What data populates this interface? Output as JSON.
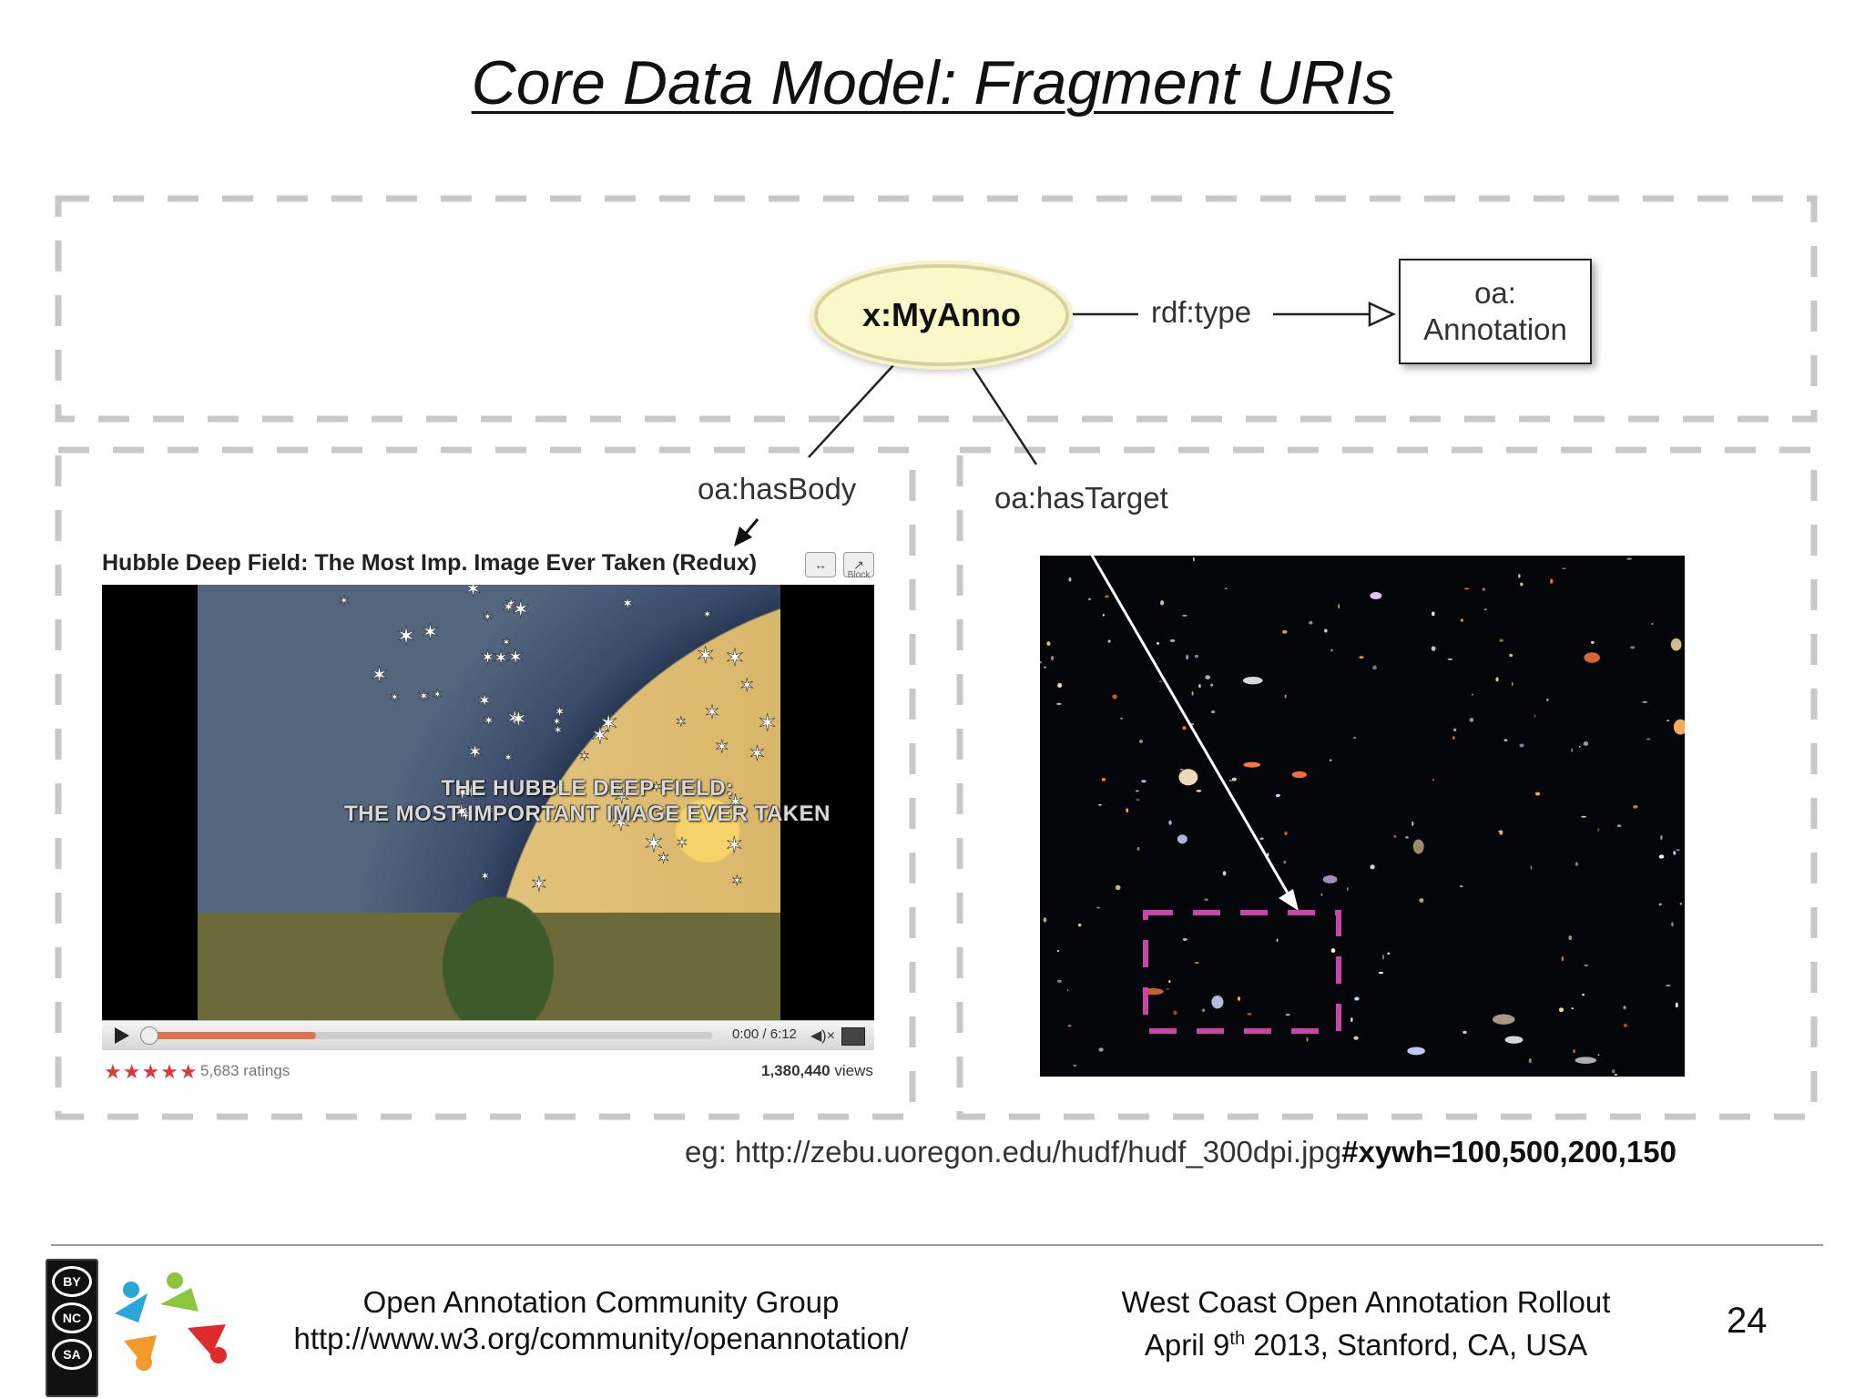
{
  "slide": {
    "title": "Core Data Model: Fragment URIs",
    "page_number": "24"
  },
  "diagram": {
    "annotation_node": "x:MyAnno",
    "type_edge": "rdf:type",
    "class_node_line1": "oa:",
    "class_node_line2": "Annotation",
    "body_edge": "oa:hasBody",
    "target_edge": "oa:hasTarget",
    "selector_color": "#cc44aa"
  },
  "video": {
    "title": "Hubble Deep Field: The Most Imp. Image Ever Taken (Redux)",
    "expand_icon": "expand-icon",
    "popout_icon": "popout-icon",
    "block_label": "Block",
    "caption_line1": "THE HUBBLE DEEP FIELD:",
    "caption_line2": "THE MOST IMPORTANT IMAGE EVER TAKEN",
    "time": "0:00 / 6:12",
    "progress": 0.3,
    "stars": "★★★★★",
    "ratings": "5,683 ratings",
    "views_count": "1,380,440",
    "views_label": " views"
  },
  "example": {
    "prefix": "eg: http://zebu.uoregon.edu/hudf/hudf_300dpi.jpg",
    "fragment": "#xywh=100,500,200,150"
  },
  "footer": {
    "left_line1": "Open Annotation Community Group",
    "left_line2": "http://www.w3.org/community/openannotation/",
    "right_line1": "West Coast Open Annotation Rollout",
    "right_date_a": "April 9",
    "right_date_sup": "th",
    "right_date_b": " 2013, Stanford, CA, USA",
    "license_labels": [
      "BY",
      "NC",
      "SA"
    ]
  }
}
